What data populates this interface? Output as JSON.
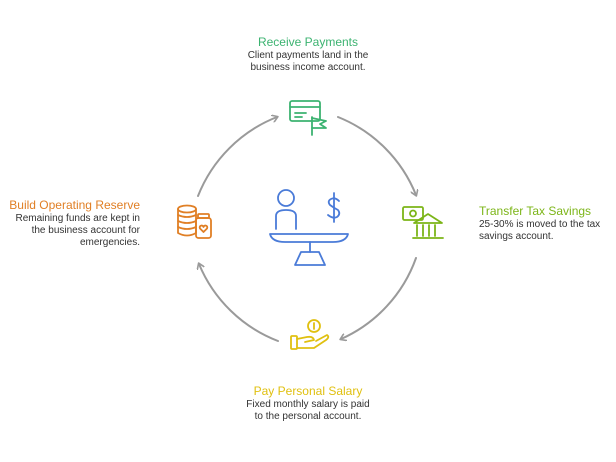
{
  "steps": [
    {
      "id": "receive",
      "title": "Receive Payments",
      "desc_lines": [
        "Client payments land in the",
        "business income account."
      ],
      "color": "#3CB371",
      "icon": "credit-card-flag-icon"
    },
    {
      "id": "tax",
      "title": "Transfer Tax Savings",
      "desc_lines": [
        "25-30% is moved to the tax",
        "savings account."
      ],
      "color": "#7CB518",
      "icon": "cash-bank-icon"
    },
    {
      "id": "salary",
      "title": "Pay Personal Salary",
      "desc_lines": [
        "Fixed monthly salary is paid",
        "to the personal account."
      ],
      "color": "#E0C010",
      "icon": "hand-coin-icon"
    },
    {
      "id": "reserve",
      "title": "Build Operating Reserve",
      "desc_lines": [
        "Remaining funds are kept in",
        "the business account for",
        "emergencies."
      ],
      "color": "#E07F25",
      "icon": "coins-jar-icon"
    }
  ],
  "center": {
    "icon": "person-dollar-balance-icon",
    "color": "#4A7BD8"
  },
  "colors": {
    "arrow": "#9A9A9A",
    "text": "#333333"
  }
}
